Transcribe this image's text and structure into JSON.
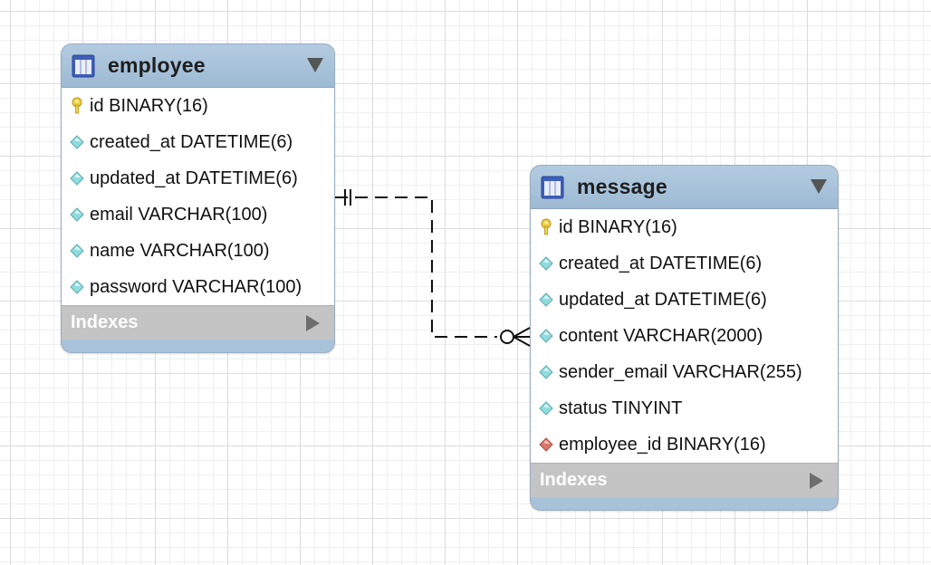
{
  "tables": [
    {
      "name": "employee",
      "columns": [
        {
          "kind": "primary-key",
          "text": "id BINARY(16)"
        },
        {
          "kind": "column",
          "text": "created_at DATETIME(6)"
        },
        {
          "kind": "column",
          "text": "updated_at DATETIME(6)"
        },
        {
          "kind": "column",
          "text": "email VARCHAR(100)"
        },
        {
          "kind": "column",
          "text": "name VARCHAR(100)"
        },
        {
          "kind": "column",
          "text": "password VARCHAR(100)"
        }
      ],
      "indexes_label": "Indexes"
    },
    {
      "name": "message",
      "columns": [
        {
          "kind": "primary-key",
          "text": "id BINARY(16)"
        },
        {
          "kind": "column",
          "text": "created_at DATETIME(6)"
        },
        {
          "kind": "column",
          "text": "updated_at DATETIME(6)"
        },
        {
          "kind": "column",
          "text": "content VARCHAR(2000)"
        },
        {
          "kind": "column",
          "text": "sender_email VARCHAR(255)"
        },
        {
          "kind": "column",
          "text": "status TINYINT"
        },
        {
          "kind": "foreign-key",
          "text": "employee_id BINARY(16)"
        }
      ],
      "indexes_label": "Indexes"
    }
  ],
  "relationship": {
    "from": "employee",
    "to": "message",
    "from_cardinality": "one-and-only-one",
    "to_cardinality": "zero-or-many",
    "line_style": "dashed"
  },
  "colors": {
    "header": "#a7c2d9",
    "indexes_bar": "#c4c4c4",
    "column_diamond": "#7fd3d6",
    "foreign_key_diamond": "#d9786c",
    "primary_key": "#e8c43a",
    "grid_major": "#dcdcdc",
    "grid_minor": "#efefef"
  }
}
